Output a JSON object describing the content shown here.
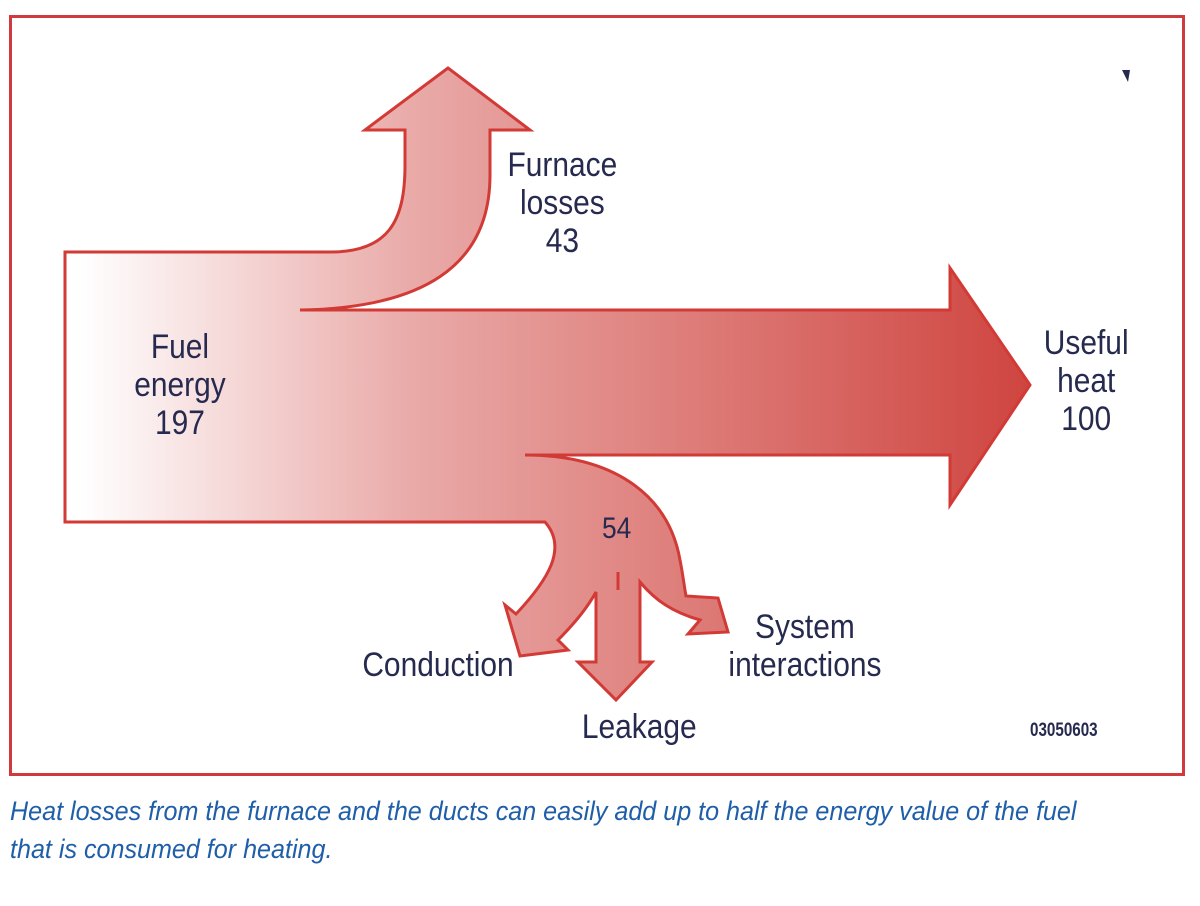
{
  "diagram": {
    "type": "sankey",
    "colors": {
      "flow_start": "#ffffff",
      "flow_end": "#cf4540",
      "outline": "#d23a36",
      "frame": "#d2393d",
      "text": "#262a4f",
      "caption": "#1f5ea8"
    },
    "source": {
      "label_line1": "Fuel",
      "label_line2": "energy",
      "value": "197"
    },
    "flows": {
      "furnace_losses": {
        "label_line1": "Furnace",
        "label_line2": "losses",
        "value": "43"
      },
      "useful_heat": {
        "label_line1": "Useful",
        "label_line2": "heat",
        "value": "100"
      },
      "duct_losses": {
        "value": "54",
        "branches": [
          "Conduction",
          "Leakage"
        ],
        "system_line1": "System",
        "system_line2": "interactions"
      }
    },
    "figure_code": "03050603"
  },
  "caption": "Heat losses from the furnace and the ducts can easily add up to half the energy value of the fuel that is consumed for heating."
}
